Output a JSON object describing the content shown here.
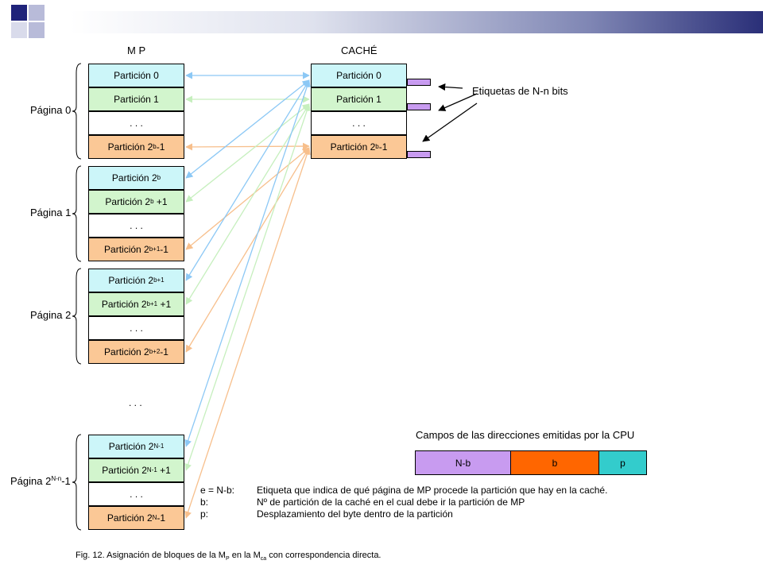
{
  "mp": {
    "title": "M P",
    "pages": [
      {
        "label": "Página 0",
        "cells": [
          {
            "kind": "blue",
            "text": "Partición 0",
            "sup": "",
            "tail": ""
          },
          {
            "kind": "green",
            "text": "Partición 1",
            "sup": "",
            "tail": ""
          },
          {
            "kind": "white",
            "text": ". . .",
            "sup": "",
            "tail": ""
          },
          {
            "kind": "orange",
            "text": "Partición 2",
            "sup": "b",
            "tail": "-1"
          }
        ]
      },
      {
        "label": "Página 1",
        "cells": [
          {
            "kind": "blue",
            "text": "Partición 2",
            "sup": "b",
            "tail": ""
          },
          {
            "kind": "green",
            "text": "Partición 2",
            "sup": "b",
            "tail": " +1"
          },
          {
            "kind": "white",
            "text": ". . .",
            "sup": "",
            "tail": ""
          },
          {
            "kind": "orange",
            "text": "Partición 2",
            "sup": "b+1",
            "tail": "-1"
          }
        ]
      },
      {
        "label": "Página 2",
        "cells": [
          {
            "kind": "blue",
            "text": "Partición 2",
            "sup": " b+1",
            "tail": ""
          },
          {
            "kind": "green",
            "text": "Partición 2",
            "sup": " b+1",
            "tail": " +1"
          },
          {
            "kind": "white",
            "text": ". . .",
            "sup": "",
            "tail": ""
          },
          {
            "kind": "orange",
            "text": "Partición 2",
            "sup": " b+2",
            "tail": "-1"
          }
        ]
      },
      {
        "label": "Página 2",
        "label_sup": "N-n",
        "label_tail": "-1",
        "cells": [
          {
            "kind": "blue",
            "text": "Partición 2",
            "sup": "N-1",
            "tail": ""
          },
          {
            "kind": "green",
            "text": "Partición 2",
            "sup": "N-1",
            "tail": " +1"
          },
          {
            "kind": "white",
            "text": ". . .",
            "sup": "",
            "tail": ""
          },
          {
            "kind": "orange",
            "text": "Partición 2",
            "sup": "N",
            "tail": "-1"
          }
        ]
      }
    ],
    "gap_dots": ". . ."
  },
  "cache": {
    "title": "CACHÉ",
    "cells": [
      {
        "kind": "blue",
        "text": "Partición 0",
        "sup": "",
        "tail": ""
      },
      {
        "kind": "green",
        "text": "Partición 1",
        "sup": "",
        "tail": ""
      },
      {
        "kind": "white",
        "text": ". . .",
        "sup": "",
        "tail": ""
      },
      {
        "kind": "orange",
        "text": "Partición 2",
        "sup": "b",
        "tail": "-1"
      }
    ],
    "tags_label": "Etiquetas de N-n bits"
  },
  "cpu_fields": {
    "title": "Campos de las direcciones emitidas por la CPU",
    "fields": [
      {
        "label": "N-b",
        "color": "#c89bf0"
      },
      {
        "label": "b",
        "color": "#ff6600"
      },
      {
        "label": "p",
        "color": "#33cccc"
      }
    ]
  },
  "legend": [
    {
      "key": "e = N-b:",
      "desc": "Etiqueta que indica de qué página de MP procede la partición que hay en la caché."
    },
    {
      "key": "b:",
      "desc": "Nº de partición de la caché en el cual debe ir la partición de MP"
    },
    {
      "key": "p:",
      "desc": "Desplazamiento del byte dentro de la partición"
    }
  ],
  "caption": {
    "prefix": "Fig. 12.  Asignación de bloques de la M",
    "sub1": "P",
    "middle": " en la M",
    "sub2": "ca",
    "suffix": " con correspondencia directa."
  },
  "colors": {
    "blue_cell": "#ccf6f9",
    "green_cell": "#d2f5cd",
    "orange_cell": "#fbc896",
    "blue_arrow": "#8cc8f5",
    "green_arrow": "#c6efbe",
    "orange_arrow": "#f7bf8c",
    "tag": "#c89bf0"
  }
}
